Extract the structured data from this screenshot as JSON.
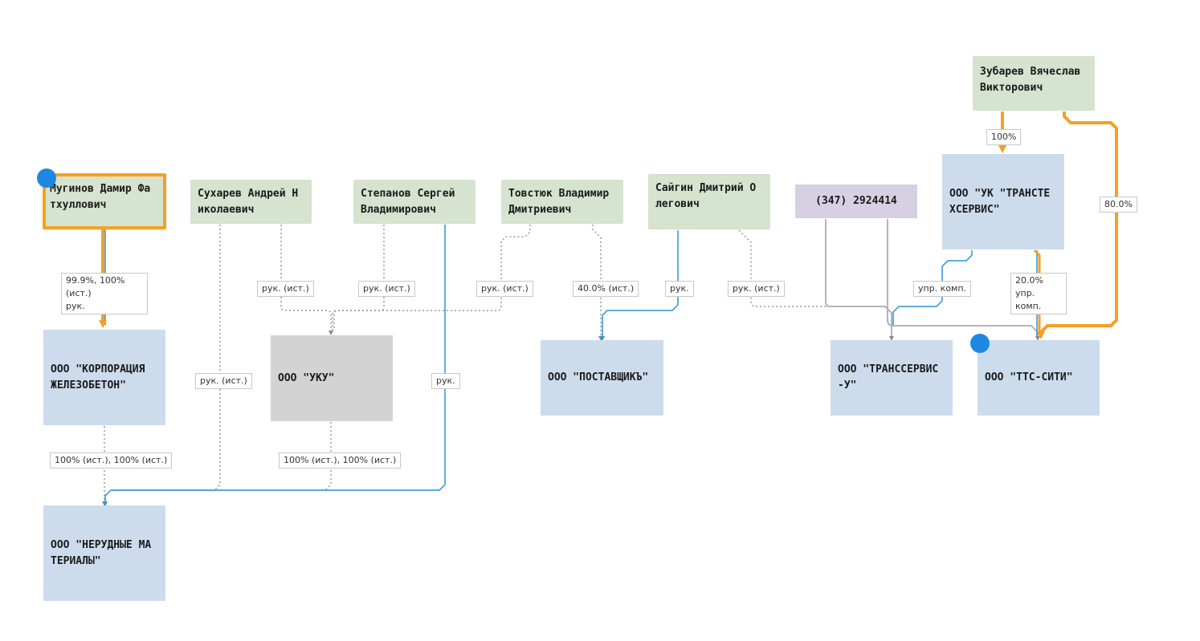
{
  "nodes": {
    "mugin": "Мугинов Дамир Фа\nтхуллович",
    "sukharev": "Сухарев Андрей Н\nиколаевич",
    "stepanov": "Степанов Сергей\nВладимирович",
    "tovstyuk": "Товстюк Владимир\nДмитриевич",
    "saygin": "Сайгин Дмитрий О\nлегович",
    "phone": "(347) 2924414",
    "zubarev": "Зубарев Вячеслав\nВикторович",
    "uk_transteh": "ООО \"УК \"ТРАНСТЕ\nХСЕРВИС\"",
    "korporaciya": "ООО \"КОРПОРАЦИЯ\nЖЕЛЕЗОБЕТОН\"",
    "uku": "ООО \"УКУ\"",
    "postavshik": "ООО \"ПОСТАВЩИКЪ\"",
    "transservis_u": "ООО \"ТРАНССЕРВИС\n-У\"",
    "tts_siti": "ООО \"ТТС-СИТИ\"",
    "nerudnye": "ООО \"НЕРУДНЫЕ МА\nТЕРИАЛЫ\""
  },
  "edge_labels": {
    "mugin_korp": "99.9%, 100% (ист.)\nрук.",
    "sukharev_uku": "рук. (ист.)",
    "stepanov_uku": "рук. (ист.)",
    "tovstyuk_uku": "рук. (ист.)",
    "tovstyuk_post": "40.0% (ист.)",
    "saygin_post": "рук.",
    "saygin_trans": "рук. (ист.)",
    "uk_trans": "упр. комп.",
    "uk_tts": "20.0%\nупр. комп.",
    "zubarev_uk": "100%",
    "zubarev_tts": "80.0%",
    "sukharev_ner": "рук. (ист.)",
    "stepanov_ner": "рук.",
    "korp_ner": "100% (ист.), 100% (ист.)",
    "uku_ner": "100% (ист.), 100% (ист.)"
  },
  "colors": {
    "person": "#d5e3cf",
    "company": "#ccdcec",
    "inactive": "#d3d3d3",
    "phone": "#d6d0e2",
    "highlight": "#f5a023",
    "blue_line": "#2a93d5",
    "gray_line": "#9a9a9a",
    "dot": "#1e88e0"
  }
}
